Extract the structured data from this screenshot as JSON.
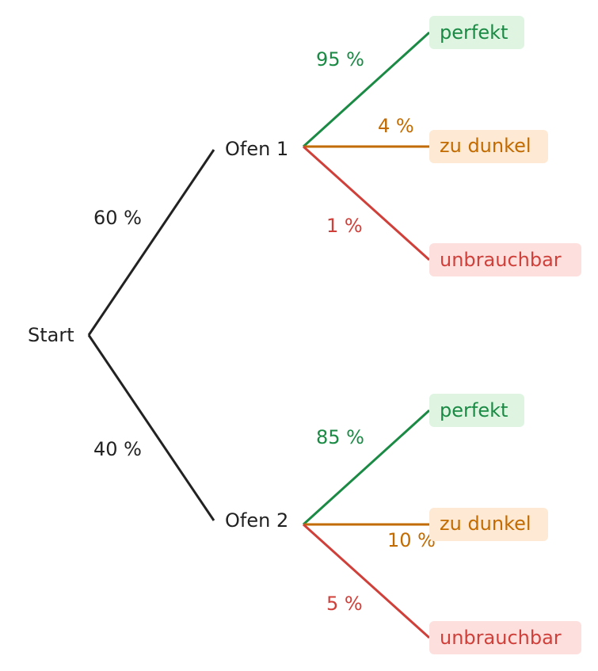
{
  "colors": {
    "ink": "#222222",
    "perfekt": "#1a8a44",
    "perfekt_bg": "#dff5e2",
    "dunkel": "#c26b00",
    "dunkel_bg": "#fde9d4",
    "unbrauchbar": "#d0403a",
    "unbrauchbar_bg": "#fde0de"
  },
  "root": {
    "label": "Start"
  },
  "first_level": [
    {
      "label": "Ofen 1",
      "prob": "60 %"
    },
    {
      "label": "Ofen 2",
      "prob": "40 %"
    }
  ],
  "outcomes": [
    [
      {
        "label": "perfekt",
        "prob": "95 %",
        "kind": "perfekt"
      },
      {
        "label": "zu dunkel",
        "prob": "4 %",
        "kind": "dunkel"
      },
      {
        "label": "unbrauchbar",
        "prob": "1 %",
        "kind": "unbrauchbar"
      }
    ],
    [
      {
        "label": "perfekt",
        "prob": "85 %",
        "kind": "perfekt"
      },
      {
        "label": "zu dunkel",
        "prob": "10 %",
        "kind": "dunkel"
      },
      {
        "label": "unbrauchbar",
        "prob": "5 %",
        "kind": "unbrauchbar"
      }
    ]
  ]
}
